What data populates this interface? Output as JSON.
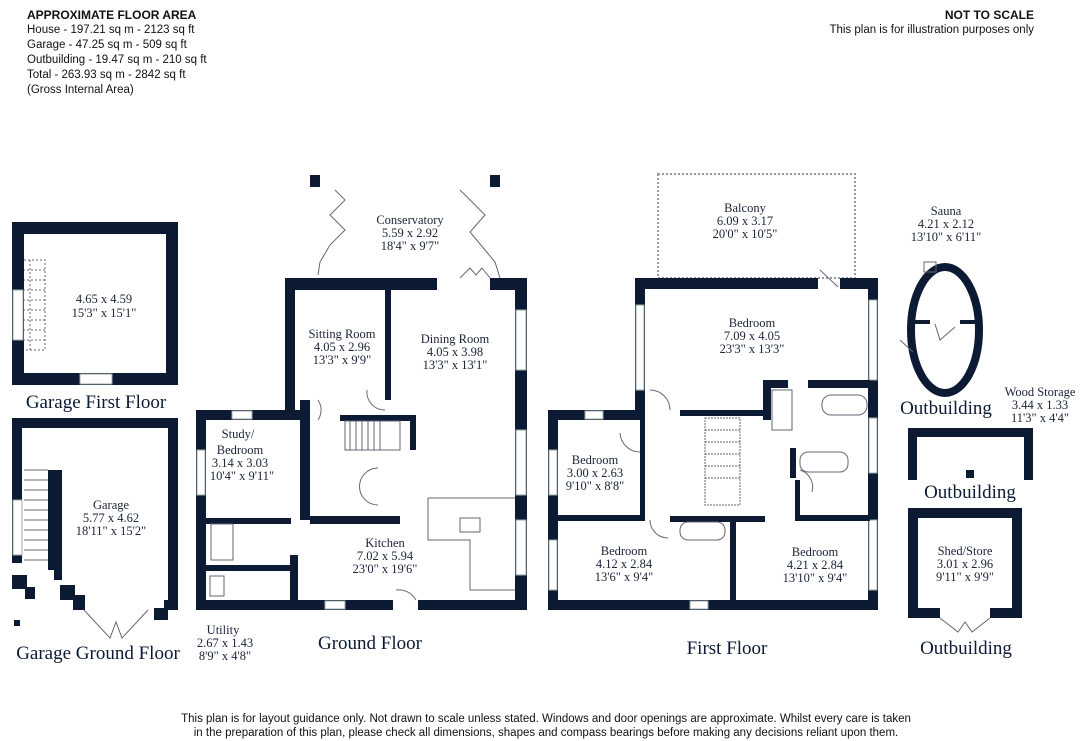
{
  "floor_area": {
    "heading": "APPROXIMATE FLOOR AREA",
    "lines": [
      "House - 197.21 sq m - 2123 sq ft",
      "Garage - 47.25 sq m - 509 sq ft",
      "Outbuilding - 19.47 sq m - 210 sq ft",
      "Total - 263.93 sq m - 2842 sq ft",
      "(Gross Internal Area)"
    ]
  },
  "scale_note": {
    "heading": "NOT TO SCALE",
    "text": "This plan is for illustration purposes only"
  },
  "colors": {
    "wall": "#0c1a33"
  },
  "floors": {
    "garage_first": "Garage First Floor",
    "garage_ground": "Garage Ground Floor",
    "ground": "Ground Floor",
    "first": "First Floor",
    "outbuilding_sauna": "Outbuilding",
    "outbuilding_wood": "Outbuilding",
    "outbuilding_shed": "Outbuilding"
  },
  "rooms": {
    "garage_loft": {
      "name": "",
      "metric": "4.65 x 4.59",
      "imperial": "15'3\" x 15'1\""
    },
    "garage": {
      "name": "Garage",
      "metric": "5.77 x 4.62",
      "imperial": "18'11\" x 15'2\""
    },
    "conservatory": {
      "name": "Conservatory",
      "metric": "5.59 x 2.92",
      "imperial": "18'4\" x 9'7\""
    },
    "sitting": {
      "name": "Sitting Room",
      "metric": "4.05 x 2.96",
      "imperial": "13'3\" x 9'9\""
    },
    "dining": {
      "name": "Dining Room",
      "metric": "4.05 x 3.98",
      "imperial": "13'3\" x 13'1\""
    },
    "study": {
      "name1": "Study/",
      "name2": "Bedroom",
      "metric": "3.14 x 3.03",
      "imperial": "10'4\" x 9'11\""
    },
    "kitchen": {
      "name": "Kitchen",
      "metric": "7.02 x 5.94",
      "imperial": "23'0\" x 19'6\""
    },
    "utility": {
      "name": "Utility",
      "metric": "2.67 x 1.43",
      "imperial": "8'9\" x 4'8\""
    },
    "balcony": {
      "name": "Balcony",
      "metric": "6.09 x 3.17",
      "imperial": "20'0\" x 10'5\""
    },
    "bed_main": {
      "name": "Bedroom",
      "metric": "7.09 x 4.05",
      "imperial": "23'3\" x 13'3\""
    },
    "bed2": {
      "name": "Bedroom",
      "metric": "3.00 x 2.63",
      "imperial": "9'10\" x 8'8\""
    },
    "bed3": {
      "name": "Bedroom",
      "metric": "4.12 x 2.84",
      "imperial": "13'6\" x 9'4\""
    },
    "bed4": {
      "name": "Bedroom",
      "metric": "4.21 x 2.84",
      "imperial": "13'10\" x 9'4\""
    },
    "sauna": {
      "name": "Sauna",
      "metric": "4.21 x 2.12",
      "imperial": "13'10\" x 6'11\""
    },
    "wood": {
      "name": "Wood Storage",
      "metric": "3.44 x 1.33",
      "imperial": "11'3\" x 4'4\""
    },
    "shed": {
      "name": "Shed/Store",
      "metric": "3.01 x 2.96",
      "imperial": "9'11\" x 9'9\""
    }
  },
  "disclaimer": [
    "This plan is for layout guidance only. Not drawn to scale unless stated. Windows and door openings are approximate. Whilst every care is taken",
    "in the preparation of this plan, please check all dimensions, shapes and compass bearings before making any decisions reliant upon them."
  ]
}
